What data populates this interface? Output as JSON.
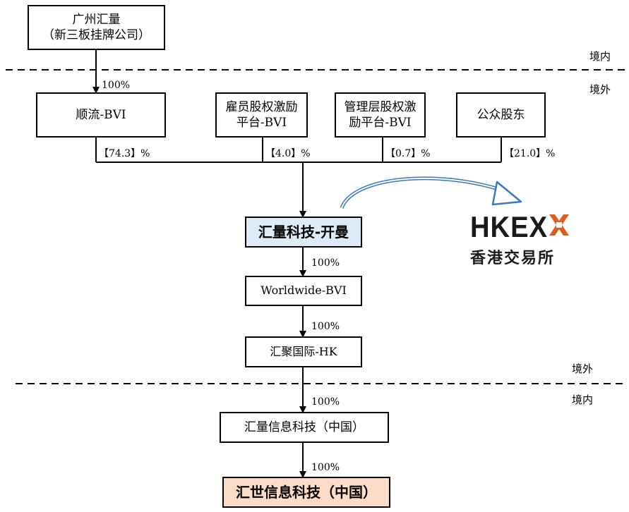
{
  "parent": {
    "line1": "广州汇量",
    "line2": "（新三板挂牌公司）"
  },
  "zones": {
    "domestic": "境内",
    "overseas": "境外"
  },
  "shareholders": [
    {
      "line1": "顺流-BVI",
      "line2": "",
      "stake": "【74.3】%"
    },
    {
      "line1": "雇员股权激励",
      "line2": "平台-BVI",
      "stake": "【4.0】%"
    },
    {
      "line1": "管理层股权激",
      "line2": "励平台-BVI",
      "stake": "【0.7】%"
    },
    {
      "line1": "公众股东",
      "line2": "",
      "stake": "【21.0】%"
    }
  ],
  "parent_pct": "100%",
  "listed_company": "汇量科技-开曼",
  "chain": [
    {
      "name": "Worldwide-BVI",
      "pct_above": "100%"
    },
    {
      "name": "汇聚国际-HK",
      "pct_above": "100%"
    },
    {
      "name": "汇量信息科技（中国）",
      "pct_above": "100%"
    },
    {
      "name": "汇世信息科技（中国）",
      "pct_above": "100%"
    }
  ],
  "exchange": {
    "logo_text": "HKEX",
    "name_cn": "香港交易所"
  },
  "colors": {
    "listed_fill": "#dcebf5",
    "vie_fill": "#fbdcc8",
    "arc": "#3a78c2",
    "logo": "#1a1a1a",
    "logo_accent": "#e15a1e"
  }
}
